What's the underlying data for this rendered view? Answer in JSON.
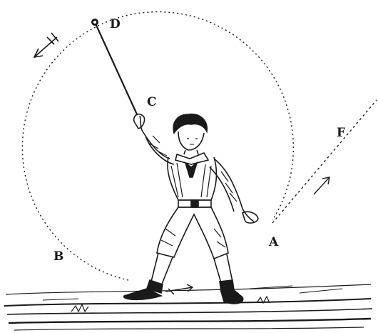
{
  "labels": {
    "d": "D",
    "c": "C",
    "f": "F",
    "a": "A",
    "b": "B"
  },
  "colors": {
    "ink": "#1a1a1a",
    "paper": "#ffffff"
  }
}
